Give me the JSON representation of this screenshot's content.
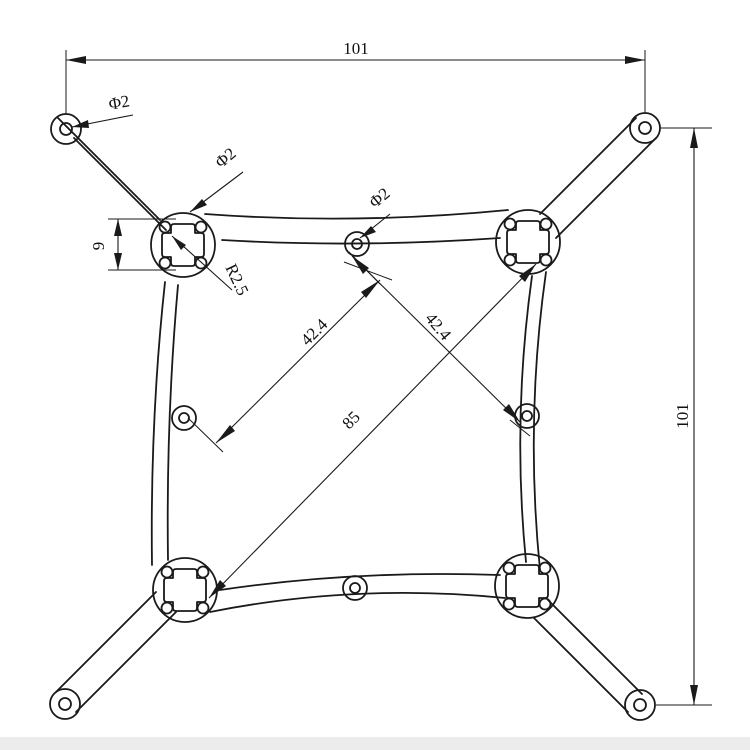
{
  "drawing": {
    "dimensions": {
      "top_width": "101",
      "right_height": "101",
      "half_diagonal_left": "42.4",
      "half_diagonal_right": "42.4",
      "full_diagonal": "85",
      "hole_tip_top_left": "Φ2",
      "hole_motor_mount": "Φ2",
      "hole_top_center": "Φ2",
      "motor_mount_radius": "R2.5",
      "motor_mount_spacing": "9"
    },
    "colors": {
      "line": "#1a1a1a",
      "background": "#ffffff"
    }
  }
}
